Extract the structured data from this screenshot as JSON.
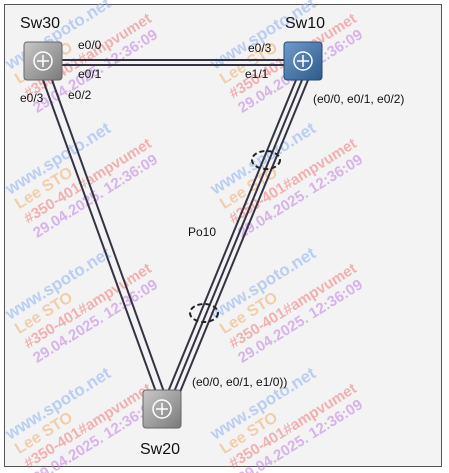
{
  "devices": {
    "sw30": {
      "label": "Sw30"
    },
    "sw10": {
      "label": "Sw10"
    },
    "sw20": {
      "label": "Sw20"
    }
  },
  "ports": {
    "sw30_e00": "e0/0",
    "sw30_e01": "e0/1",
    "sw30_e03": "e0/3",
    "sw30_e02": "e0/2",
    "sw10_e03": "e0/3",
    "sw10_e11": "e1/1",
    "sw10_group": "(e0/0, e0/1, e0/2)",
    "sw20_group": "(e0/0, e0/1, e1/0))"
  },
  "bundle": {
    "label": "Po10"
  },
  "watermark": {
    "site": "www.spoto.net",
    "user": "Lee STO",
    "exam": "#350-401#ampvumet",
    "date": "29.04.2025. 12:36:09"
  },
  "colors": {
    "switch_gray": "#9a9a9a",
    "switch_blue": "#3f73a8",
    "link": "#333344",
    "watermark_red": "#f07a7a",
    "watermark_blue": "#8ab0f0",
    "watermark_green": "#6cc56c",
    "watermark_orange": "#f0b070",
    "watermark_purple": "#c080e0"
  }
}
